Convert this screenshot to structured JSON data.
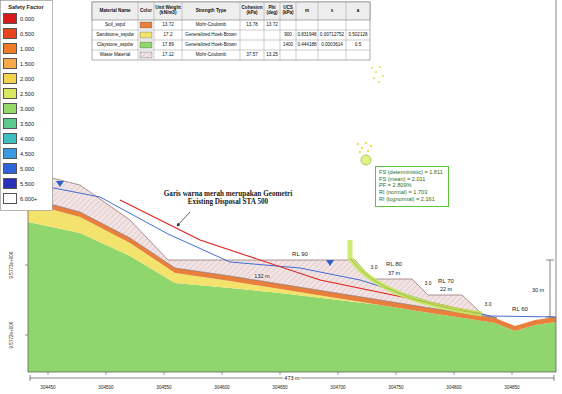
{
  "diagram": {
    "nodes": [
      {
        "text": [
          "FS (deterministic) = 1.811",
          "FS (mean) = 2.011",
          "PF = 2.809%",
          "RI (normal) = 1.703",
          "RI (lognormal) = 2.161"
        ]
      }
    ],
    "labels": [
      "Safety Factor",
      "Material Name",
      "Color",
      "Unit Weight (kN/m3)",
      "Strength Type",
      "Cohesion (kPa)",
      "Phi (deg)",
      "UCS (kPa)",
      "m",
      "s",
      "a",
      "Soil_sspd",
      "13.72",
      "Mohr-Coulomb",
      "13.78",
      "13.72",
      "Sandstone_sspdw",
      "17.2",
      "Generalized Hoek-Brown",
      "900",
      "0.831948",
      "0.00712752",
      "0.502128",
      "Claystone_sspdw",
      "17.89",
      "Generalized Hoek-Brown",
      "1400",
      "0.444188",
      "0.0003614",
      "0.5",
      "Waste Material",
      "17.12",
      "Mohr-Coulomb",
      "37.57",
      "13.25",
      "Garis warna merah merupakan Geometri Existing Disposal STA 500",
      "RL 90",
      "132 m",
      "3.0",
      "RL 80",
      "37 m",
      "3.0",
      "RL 70",
      "22 m",
      "3.0",
      "RL 60",
      "30 m",
      "473 m",
      "304450",
      "304500",
      "304550",
      "304600",
      "304650",
      "304700",
      "304750",
      "304800",
      "304850",
      "9.5773e+006",
      "9.5772e+006"
    ],
    "legend": [
      {
        "text": "0.000",
        "color": "#d7191c"
      },
      {
        "text": "0.500",
        "color": "#e8451f"
      },
      {
        "text": "1.000",
        "color": "#f27b2a"
      },
      {
        "text": "1.500",
        "color": "#f6a94a"
      },
      {
        "text": "2.000",
        "color": "#f5d34f"
      },
      {
        "text": "2.500",
        "color": "#d9e85f"
      },
      {
        "text": "3.000",
        "color": "#97d86a"
      },
      {
        "text": "3.500",
        "color": "#5cc98d"
      },
      {
        "text": "4.000",
        "color": "#3fc0c0"
      },
      {
        "text": "4.500",
        "color": "#3a9be0"
      },
      {
        "text": "5.000",
        "color": "#2f63d8"
      },
      {
        "text": "5.500",
        "color": "#2a2fb8"
      },
      {
        "text": "6.000+",
        "color": "#ffffff"
      }
    ]
  }
}
